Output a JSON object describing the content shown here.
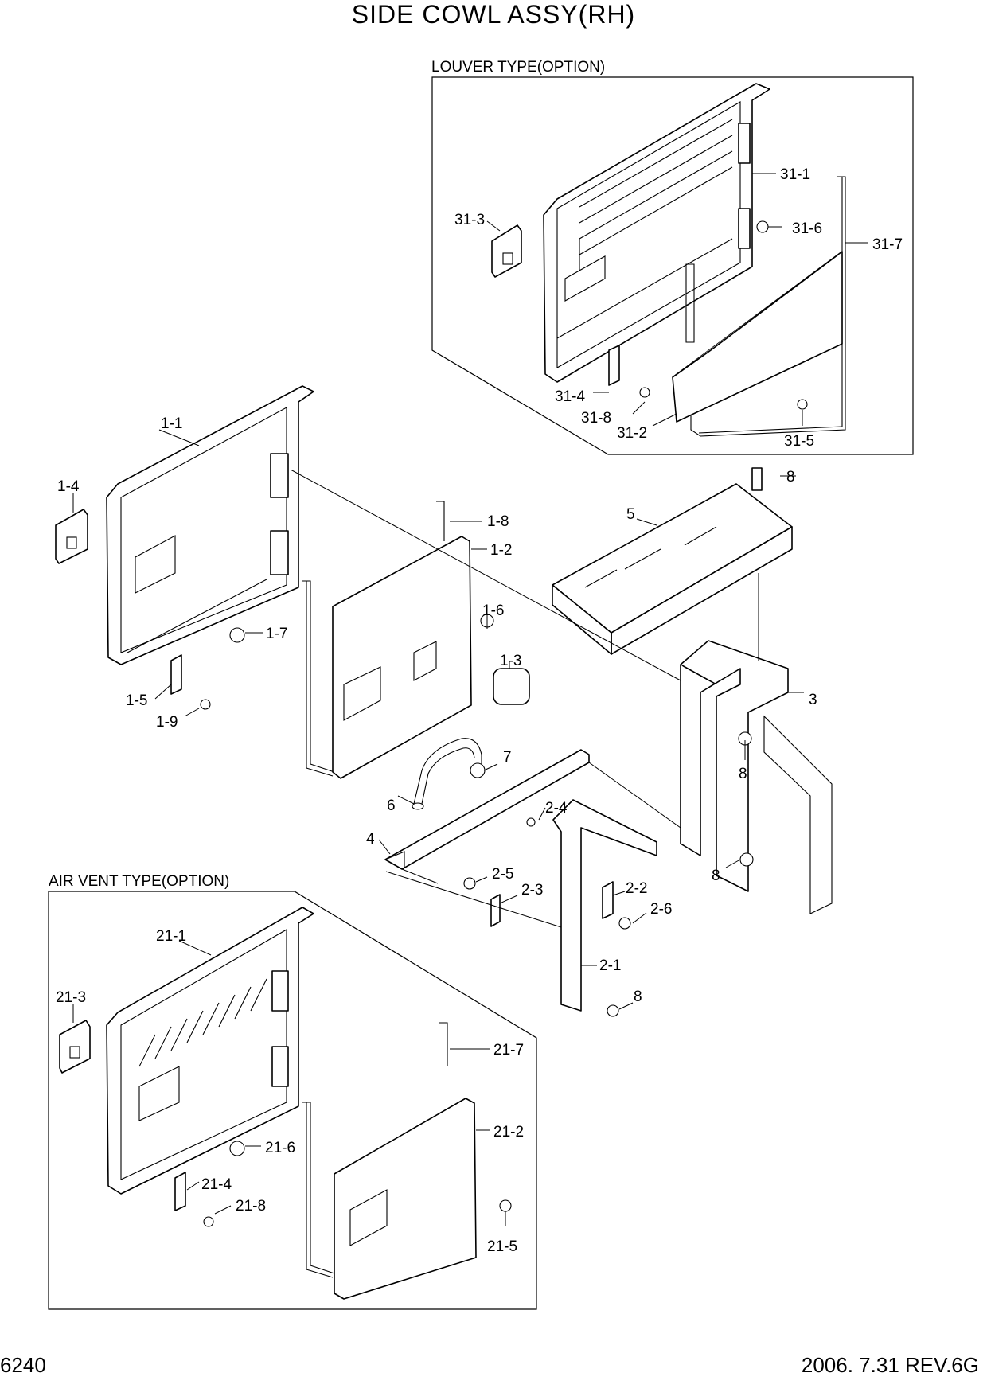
{
  "title": "SIDE COWL ASSY(RH)",
  "page_number": "6240",
  "revision": "2006. 7.31  REV.6G",
  "sections": {
    "louver": "LOUVER TYPE(OPTION)",
    "air_vent": "AIR VENT TYPE(OPTION)"
  },
  "callouts": {
    "c31_1": "31-1",
    "c31_3": "31-3",
    "c31_6": "31-6",
    "c31_7": "31-7",
    "c31_4": "31-4",
    "c31_8": "31-8",
    "c31_2": "31-2",
    "c31_5": "31-5",
    "c1_1": "1-1",
    "c1_4": "1-4",
    "c1_8": "1-8",
    "c1_2": "1-2",
    "c1_6": "1-6",
    "c1_3": "1-3",
    "c1_7": "1-7",
    "c1_5": "1-5",
    "c1_9": "1-9",
    "c8a": "8",
    "c5": "5",
    "c3": "3",
    "c8b": "8",
    "c8c": "8",
    "c8d": "8",
    "c7": "7",
    "c6": "6",
    "c4": "4",
    "c2_4": "2-4",
    "c2_5": "2-5",
    "c2_3": "2-3",
    "c2_2": "2-2",
    "c2_6": "2-6",
    "c2_1": "2-1",
    "c21_1": "21-1",
    "c21_3": "21-3",
    "c21_7": "21-7",
    "c21_2": "21-2",
    "c21_6": "21-6",
    "c21_4": "21-4",
    "c21_8": "21-8",
    "c21_5": "21-5"
  }
}
